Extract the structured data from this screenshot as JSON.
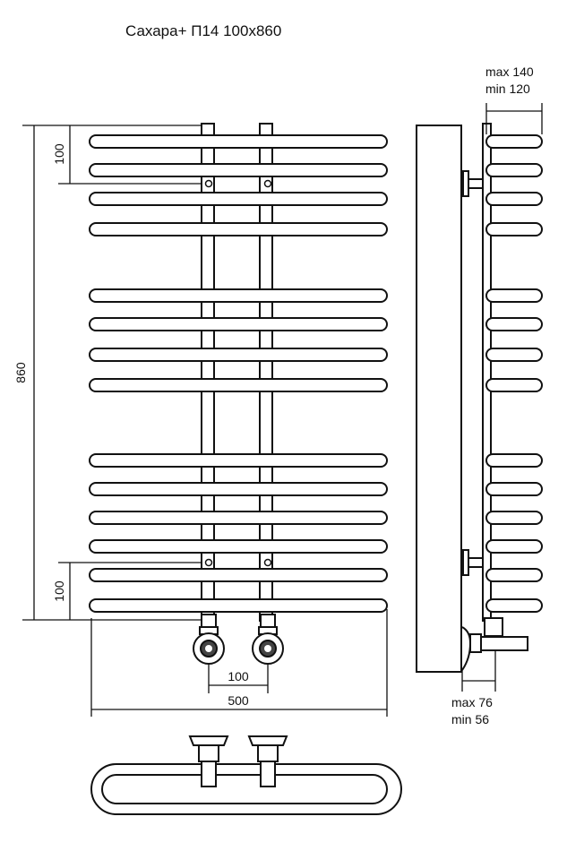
{
  "title": "Сахара+ П14 100x860",
  "dimensions": {
    "height_total": "860",
    "top_spacing": "100",
    "bottom_spacing": "100",
    "connection_spacing": "100",
    "width_total": "500",
    "depth_max": "max 140",
    "depth_min": "min 120",
    "valve_max": "max 76",
    "valve_min": "min 56"
  },
  "colors": {
    "line": "#111111",
    "background": "#ffffff"
  }
}
